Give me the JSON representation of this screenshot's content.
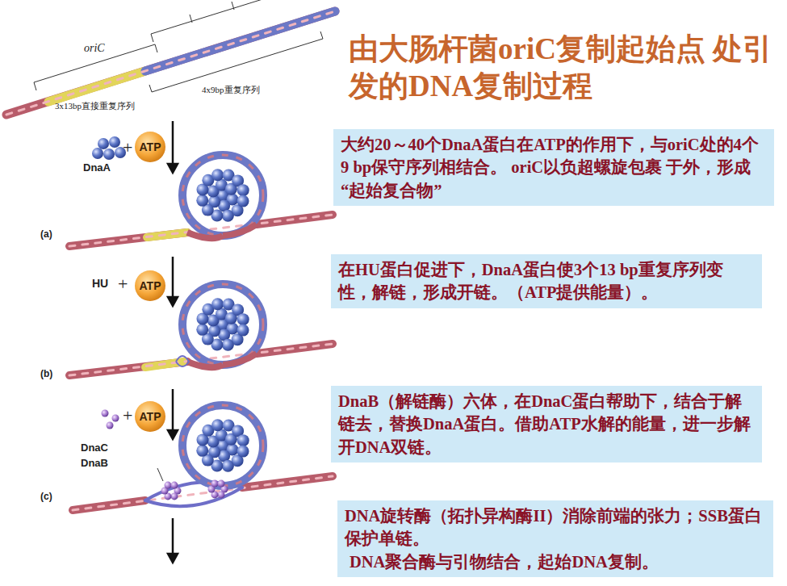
{
  "diagram": {
    "title": "由大肠杆菌oriC复制起始点 处引发的DNA复制过程",
    "nodes": [
      {
        "text": [
          "ATP"
        ]
      },
      {
        "text": [
          "大约20～40个DnaA蛋白在ATP的作用下，与oriC处的4个9 bp保守序列相结合。 oriC以负超螺旋包裹 于外，形成“起始复合物”"
        ]
      },
      {
        "text": [
          "ATP"
        ]
      },
      {
        "text": [
          "在HU蛋白促进下，DnaA蛋白使3个13 bp重复序列变性，解链，形成开链。（ATP提供能量）。"
        ]
      },
      {
        "text": [
          "ATP"
        ]
      },
      {
        "text": [
          "DnaB（解链酶）六体，在DnaC蛋白帮助下，结合于解链去，替换DnaA蛋白。借助ATP水解的能量，进一步解开DNA双链。"
        ]
      },
      {
        "text": [
          "DNA旋转酶（拓扑异构酶II）消除前端的张力；SSB蛋白保护单链。",
          "DNA聚合酶与引物结合，起始DNA复制。"
        ]
      }
    ],
    "labels": [
      "oriC",
      "4x9bp重复序列",
      "3x13bp直接重复序列",
      "+",
      "DnaA",
      "(a)",
      "HU",
      "+",
      "(b)",
      "+",
      "DnaC",
      "DnaB",
      "(c)"
    ]
  }
}
